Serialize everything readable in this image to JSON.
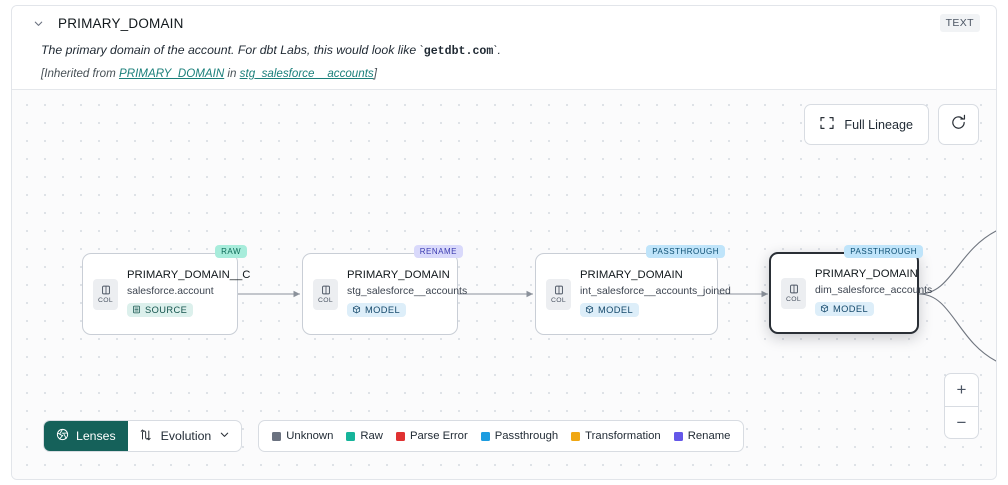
{
  "header": {
    "collapse_icon": "chevron-down-icon",
    "title": "PRIMARY_DOMAIN",
    "type_badge": "TEXT",
    "description_prefix": "The primary domain of the account. For dbt Labs, this would look like `",
    "description_code": "getdbt.com",
    "description_suffix": "`.",
    "inherited_open": "[Inherited from ",
    "inherited_link1": "PRIMARY_DOMAIN",
    "inherited_mid": " in ",
    "inherited_link2": "stg_salesforce__accounts",
    "inherited_close": "]"
  },
  "canvas": {
    "full_lineage_label": "Full Lineage",
    "refresh_icon": "refresh-icon",
    "expand_icon": "expand-corners-icon",
    "zoom_in_label": "+",
    "zoom_out_label": "−"
  },
  "nodes": [
    {
      "column": "PRIMARY_DOMAIN__C",
      "table": "salesforce.account",
      "kind": "SOURCE",
      "kind_icon": "database-icon",
      "tag": "RAW",
      "col_badge": "COL",
      "selected": false
    },
    {
      "column": "PRIMARY_DOMAIN",
      "table": "stg_salesforce__accounts",
      "kind": "MODEL",
      "kind_icon": "cube-icon",
      "tag": "RENAME",
      "col_badge": "COL",
      "selected": false
    },
    {
      "column": "PRIMARY_DOMAIN",
      "table": "int_salesforce__accounts_joined",
      "kind": "MODEL",
      "kind_icon": "cube-icon",
      "tag": "PASSTHROUGH",
      "col_badge": "COL",
      "selected": false
    },
    {
      "column": "PRIMARY_DOMAIN",
      "table": "dim_salesforce_accounts",
      "kind": "MODEL",
      "kind_icon": "cube-icon",
      "tag": "PASSTHROUGH",
      "col_badge": "COL",
      "selected": true
    }
  ],
  "toolbar": {
    "lenses_label": "Lenses",
    "lenses_icon": "aperture-icon",
    "evolution_label": "Evolution",
    "evolution_icon": "sort-updown-icon",
    "evolution_caret": "chevron-down-icon"
  },
  "legend": [
    {
      "label": "Unknown",
      "color": "#6b7280"
    },
    {
      "label": "Raw",
      "color": "#16b49a"
    },
    {
      "label": "Parse Error",
      "color": "#e03131"
    },
    {
      "label": "Passthrough",
      "color": "#1c9ce0"
    },
    {
      "label": "Transformation",
      "color": "#f0a713"
    },
    {
      "label": "Rename",
      "color": "#6457e8"
    }
  ]
}
